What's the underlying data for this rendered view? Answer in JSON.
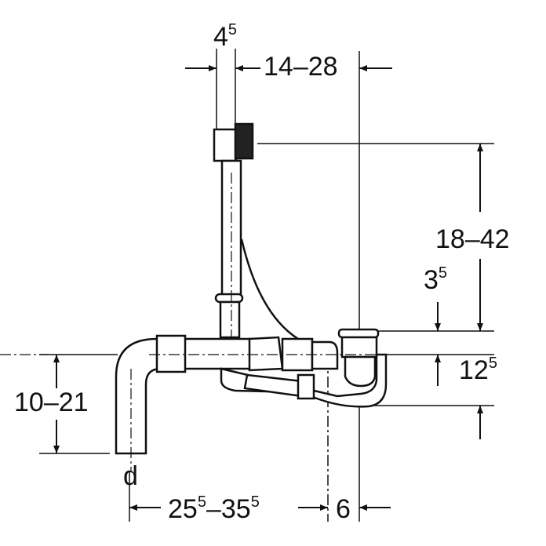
{
  "dimensions": {
    "flange_offset": {
      "main": "4",
      "sup": "5"
    },
    "overflow_to_drain": "14–28",
    "overflow_height": "18–42",
    "drain_height": {
      "main": "3",
      "sup": "5"
    },
    "trap_depth": {
      "main": "12",
      "sup": "5"
    },
    "outlet_height": "10–21",
    "outlet_label": "d",
    "outlet_distance": {
      "a": "25",
      "a_sup": "5",
      "sep": "–",
      "b": "35",
      "b_sup": "5"
    },
    "drain_offset": "6"
  }
}
